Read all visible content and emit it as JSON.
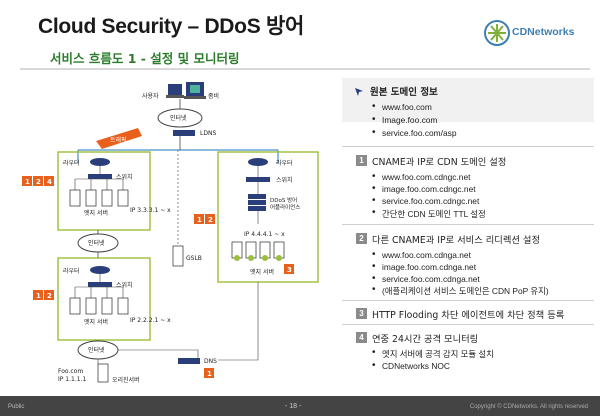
{
  "header": {
    "title": "Cloud Security – DDoS 방어",
    "subtitle": "서비스 흐름도 1 - 설정 및 모니터링",
    "brand": "CDNetworks"
  },
  "diagram": {
    "user": "사용자",
    "zombie": "좀비",
    "internet_top": "인터넷",
    "traffic": "트래픽",
    "ldns": "LDNS",
    "router_left1": "라우터",
    "switch_left1": "스위치",
    "edge_server_left1": "엣지 서버",
    "ip_left1": "IP 3.3.3.1 ~ x",
    "internet_mid": "인터넷",
    "router_left2": "라우터",
    "switch_left2": "스위치",
    "edge_server_left2": "엣지 서버",
    "ip_left2": "IP 2.2.2.1 ~ x",
    "internet_bottom": "인터넷",
    "gslb": "GSLB",
    "router_right": "라우터",
    "switch_right": "스위치",
    "ddos_appliance": "DDoS 방어\n어플라이언스",
    "ip_right": "IP 4.4.4.1 ~ x",
    "edge_server_right": "엣지 서버",
    "dns": "DNS",
    "origin_domain": "Foo.com",
    "origin_ip": "IP 1.1.1.1",
    "origin_server": "오리진서버",
    "badges_left1": [
      "1",
      "2",
      "4"
    ],
    "badges_left2": [
      "1",
      "2"
    ],
    "badges_right": [
      "1",
      "2"
    ],
    "badge_edge": "3",
    "badge_dns": "1"
  },
  "panel": {
    "origin_title": "원본 도메인 정보",
    "origin_items": [
      "www.foo.com",
      "Image.foo.com",
      "service.foo.com/asp"
    ],
    "s1_num": "1",
    "s1_title": "CNAME과 IP로 CDN 도메인 설정",
    "s1_items": [
      "www.foo.com.cdngc.net",
      "image.foo.com.cdngc.net",
      "service.foo.com.cdngc.net",
      "간단한 CDN 도메인 TTL 설정"
    ],
    "s2_num": "2",
    "s2_title": "다른 CNAME과 IP로 서비스 리디렉션 설정",
    "s2_items": [
      "www.foo.com.cdnga.net",
      "image.foo.com.cdnga.net",
      "service.foo.com.cdnga.net"
    ],
    "s2_note": "(애플리케이션 서비스 도메인은 CDN PoP 유지)",
    "s3_num": "3",
    "s3_title": "HTTP Flooding 차단 에이전트에 차단 정책 등록",
    "s4_num": "4",
    "s4_title": "연중 24시간 공격 모니터링",
    "s4_items": [
      "엣지 서버에 공격 감지 모듈 설치",
      "CDNetworks NOC"
    ]
  },
  "footer": {
    "left": "Public",
    "page": "- 18 -",
    "right": "Copyright © CDNetworks. All rights reserved"
  },
  "colors": {
    "accent_green": "#2c7c2c",
    "badge_orange": "#e8601c",
    "box_green": "#9cbf3a",
    "arrow_blue": "#4a90c8"
  }
}
